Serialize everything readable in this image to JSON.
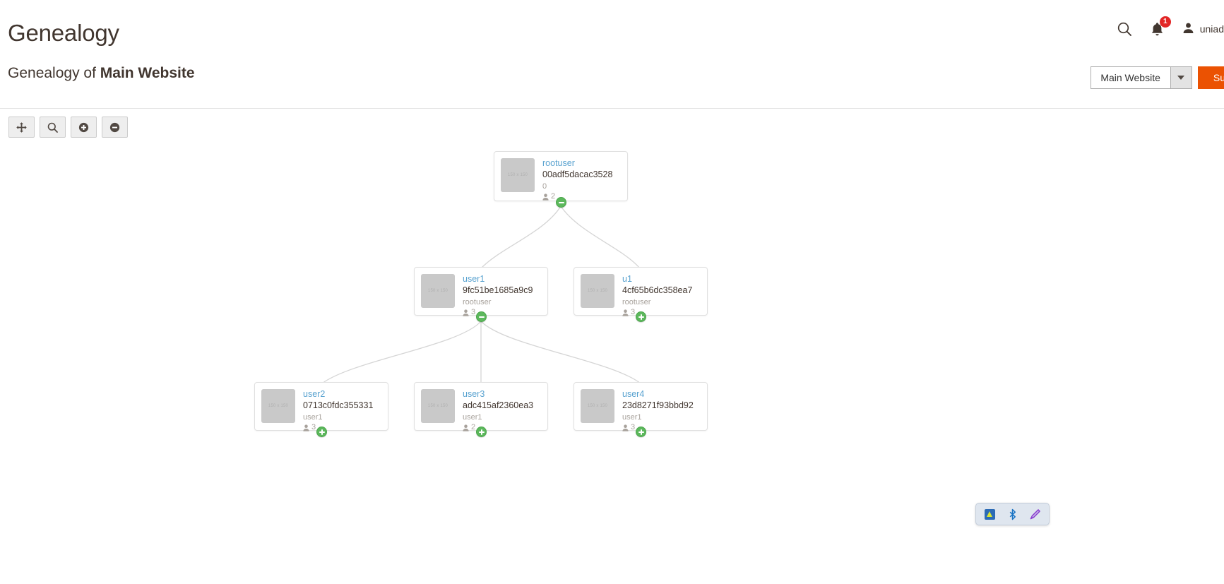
{
  "header": {
    "title": "Genealogy",
    "search_icon": "search-icon",
    "notifications_icon": "bell-icon",
    "notifications_count": "1",
    "user_icon": "user-avatar-icon",
    "user_name": "uniad"
  },
  "subheader": {
    "prefix": "Genealogy of ",
    "website": "Main Website",
    "website_select_value": "Main Website",
    "dropdown_icon": "chevron-down-icon",
    "submit_label": "Su"
  },
  "toolbar": {
    "buttons": [
      {
        "name": "pan-tool-button",
        "icon": "move-arrows-icon",
        "label": ""
      },
      {
        "name": "zoom-fit-button",
        "icon": "magnifier-icon",
        "label": ""
      },
      {
        "name": "zoom-in-button",
        "icon": "plus-circle-icon",
        "label": ""
      },
      {
        "name": "zoom-out-button",
        "icon": "minus-circle-icon",
        "label": ""
      }
    ]
  },
  "tree": {
    "thumb_placeholder": "150 x 150",
    "members_icon": "person-icon",
    "nodes": [
      {
        "id": "rootuser",
        "name": "rootuser",
        "code": "00adf5dacac3528",
        "parent": "0",
        "count": "2",
        "toggle": "collapse"
      },
      {
        "id": "user1",
        "name": "user1",
        "code": "9fc51be1685a9c9",
        "parent": "rootuser",
        "count": "3",
        "toggle": "collapse"
      },
      {
        "id": "u1",
        "name": "u1",
        "code": "4cf65b6dc358ea7",
        "parent": "rootuser",
        "count": "3",
        "toggle": "expand"
      },
      {
        "id": "user2",
        "name": "user2",
        "code": "0713c0fdc355331",
        "parent": "user1",
        "count": "3",
        "toggle": "expand"
      },
      {
        "id": "user3",
        "name": "user3",
        "code": "adc415af2360ea3",
        "parent": "user1",
        "count": "2",
        "toggle": "expand"
      },
      {
        "id": "user4",
        "name": "user4",
        "code": "23d8271f93bbd92",
        "parent": "user1",
        "count": "3",
        "toggle": "expand"
      }
    ]
  },
  "taskbar": {
    "icons": [
      "app-icon",
      "bluetooth-icon",
      "pen-icon"
    ]
  },
  "colors": {
    "accent": "#eb5202",
    "link": "#5aa3d0",
    "badge": "#e22626",
    "toggle": "#5cb85c"
  }
}
